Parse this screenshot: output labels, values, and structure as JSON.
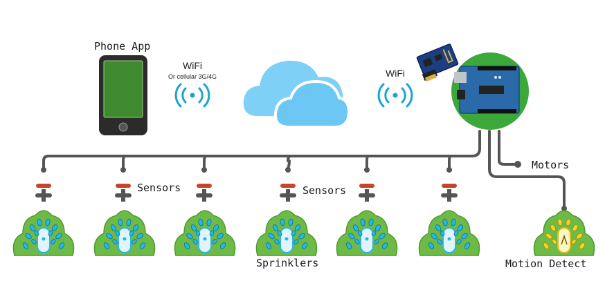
{
  "labels": {
    "phone_app": "Phone App",
    "wifi_left": "WiFi",
    "wifi_left_sub": "Or cellular 3G/4G",
    "wifi_right": "WiFi",
    "motors": "Motors",
    "sensors_1": "Sensors",
    "sensors_2": "Sensors",
    "sprinklers": "Sprinklers",
    "motion_detect": "Motion Detect"
  },
  "icons": {
    "phone": "smartphone-icon",
    "wifi": "wifi-signal-icon",
    "cloud": "cloud-icon",
    "wifi_module": "esp8266-wifi-module-icon",
    "controller": "arduino-board-icon",
    "sensor": "sensor-valve-icon",
    "sprinkler": "sprinkler-icon",
    "motion": "motion-detector-icon"
  },
  "colors": {
    "pipe": "#555555",
    "valve": "#c9452a",
    "bush": "#6dbb46",
    "bush_dark": "#4e9a2f",
    "water": "#29b6e8",
    "phone_screen": "#3f8a2e",
    "phone_body": "#2b2b2b",
    "cloud": "#7fd0f7",
    "controller_ring": "#3ca83a",
    "board": "#2a6aa8",
    "wifi_blue": "#1ba3d6",
    "motion_yellow": "#f2d22e"
  }
}
